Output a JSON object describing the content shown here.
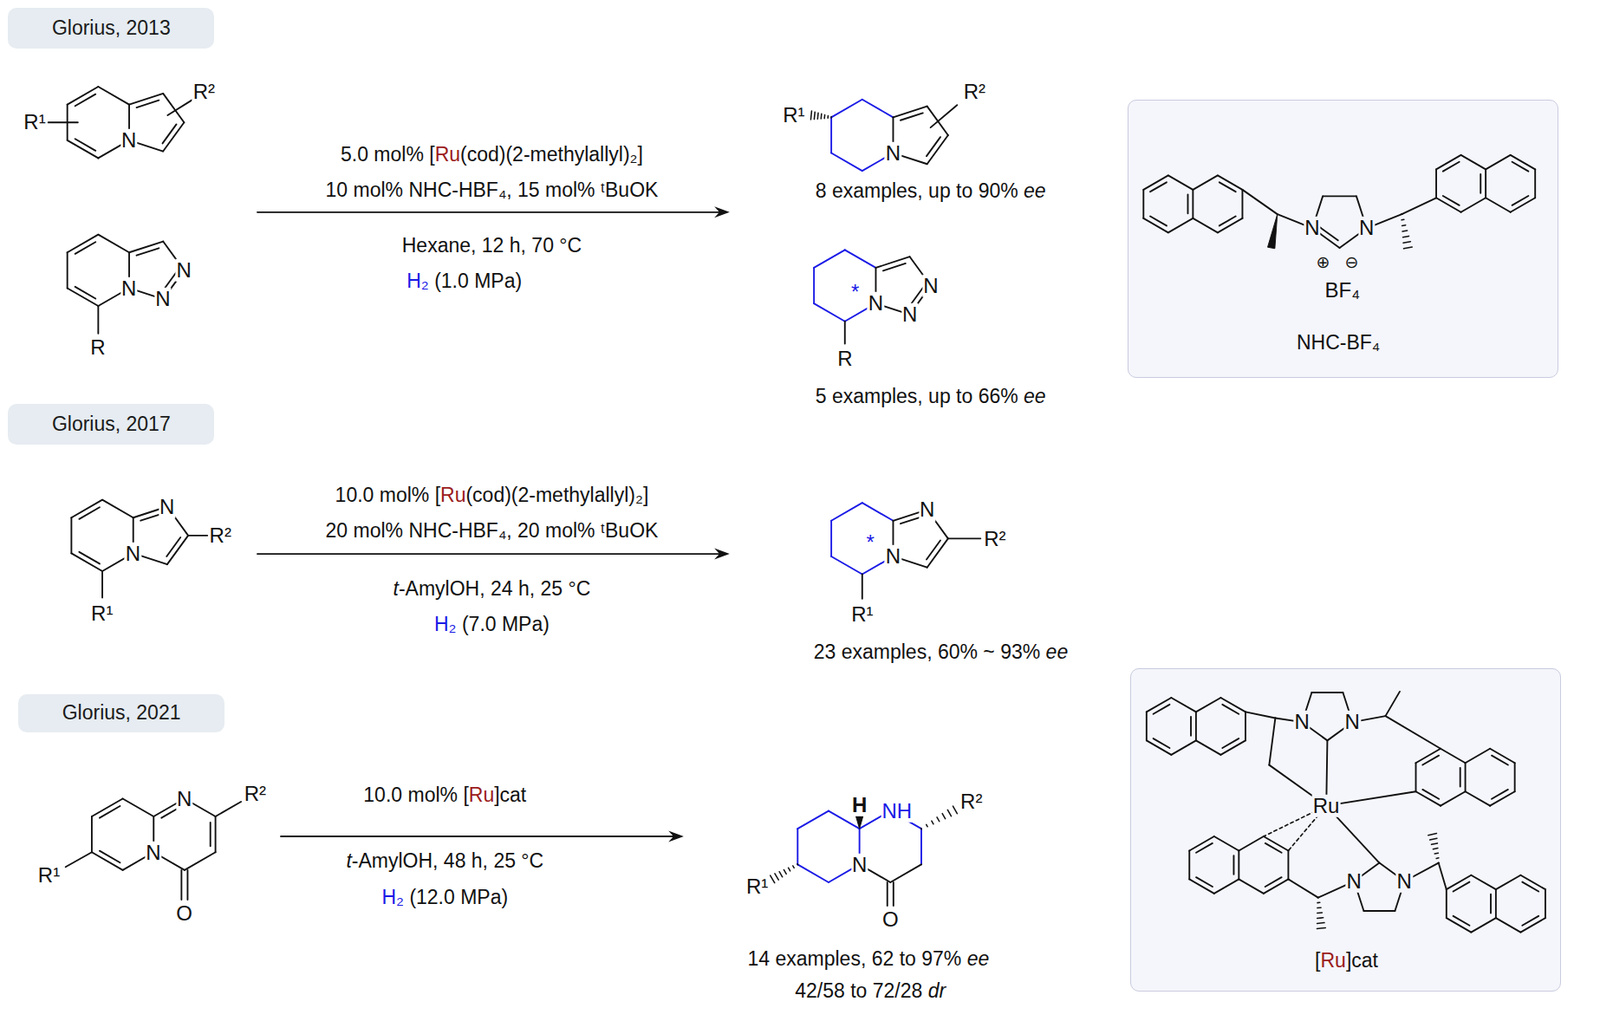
{
  "diagram": {
    "nodes": [
      {
        "text": [
          "Glorius, 2013"
        ]
      },
      {
        "text": [
          "N",
          "N",
          "⊕",
          "⊖",
          "BF₄",
          "NHC-BF₄"
        ]
      },
      {
        "text": [
          "Glorius, 2017"
        ]
      },
      {
        "text": [
          "Glorius, 2021"
        ]
      },
      {
        "text": [
          "N",
          "N",
          "Ru",
          "N",
          "N",
          "[Ru]cat"
        ]
      }
    ],
    "labels": [
      "R¹",
      "N",
      "R²",
      "N",
      "N",
      "N",
      "R",
      "5.0 mol% [Ru(cod)(2-methylallyl)₂]",
      "10 mol% NHC-HBF₄, 15 mol% ᵗBuOK",
      "Hexane, 12 h, 70 °C",
      "H₂ (1.0 MPa)",
      "R¹",
      "N",
      "R²",
      "8 examples, up to 90% ee",
      "*",
      "N",
      "N",
      "N",
      "R",
      "5 examples, up to 66% ee",
      "N",
      "R²",
      "N",
      "R¹",
      "10.0 mol% [Ru(cod)(2-methylallyl)₂]",
      "20 mol% NHC-HBF₄, 20 mol% ᵗBuOK",
      "t-AmylOH, 24 h, 25 °C",
      "H₂ (7.0 MPa)",
      "N",
      "R²",
      "*",
      "N",
      "R¹",
      "23 examples, 60% ~ 93% ee",
      "N",
      "R²",
      "R¹",
      "N",
      "O",
      "10.0 mol% [Ru]cat",
      "t-AmylOH, 48 h, 25 °C",
      "H₂ (12.0 MPa)",
      "H",
      "NH",
      "R²",
      "R¹",
      "N",
      "O",
      "14 examples, 62 to 97% ee",
      "42/58 to 72/28 dr"
    ]
  }
}
